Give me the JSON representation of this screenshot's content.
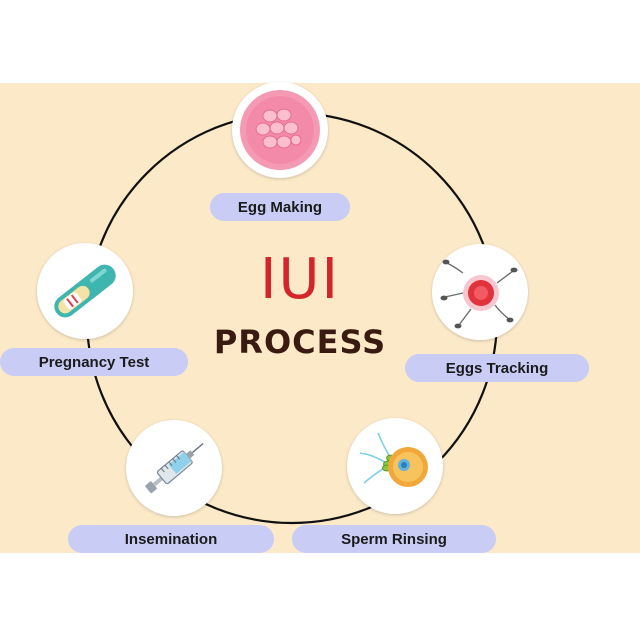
{
  "title": {
    "main": "IUI",
    "sub": "PROCESS"
  },
  "steps": [
    {
      "label": "Egg Making",
      "icon": "egg-cluster-icon"
    },
    {
      "label": "Eggs Tracking",
      "icon": "egg-with-sperm-icon"
    },
    {
      "label": "Sperm Rinsing",
      "icon": "sperm-fertilizing-egg-icon"
    },
    {
      "label": "Insemination",
      "icon": "syringe-icon"
    },
    {
      "label": "Pregnancy Test",
      "icon": "pregnancy-test-icon"
    }
  ],
  "colors": {
    "background": "#fbe9c8",
    "ring": "#111111",
    "pill": "#c9ccf5",
    "title_red": "#d4262a",
    "title_dark": "#3a1b12"
  }
}
